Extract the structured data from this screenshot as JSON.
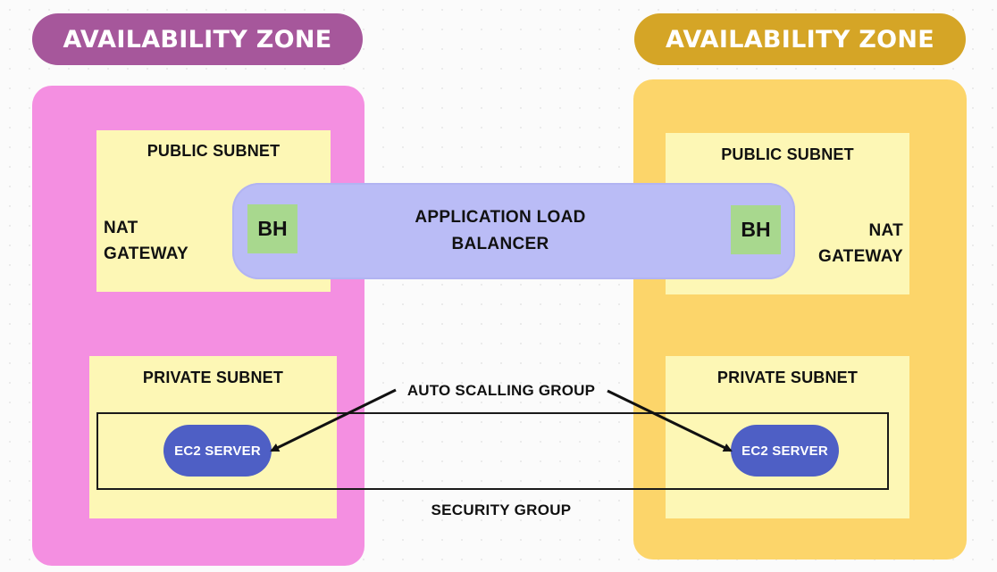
{
  "availability_zones": [
    {
      "label": "AVAILABILITY ZONE",
      "color": "#a6579b",
      "zone_color": "#f48fe1"
    },
    {
      "label": "AVAILABILITY ZONE",
      "color": "#d5a526",
      "zone_color": "#fcd56a"
    }
  ],
  "left_zone": {
    "public_subnet": {
      "title": "PUBLIC SUBNET"
    },
    "nat_gateway": {
      "line1": "NAT",
      "line2": "GATEWAY"
    },
    "bastion_host": {
      "label": "BH"
    },
    "private_subnet": {
      "title": "PRIVATE SUBNET"
    },
    "ec2": {
      "label": "EC2 SERVER"
    }
  },
  "right_zone": {
    "public_subnet": {
      "title": "PUBLIC SUBNET"
    },
    "nat_gateway": {
      "line1": "NAT",
      "line2": "GATEWAY"
    },
    "bastion_host": {
      "label": "BH"
    },
    "private_subnet": {
      "title": "PRIVATE SUBNET"
    },
    "ec2": {
      "label": "EC2 SERVER"
    }
  },
  "load_balancer": {
    "line1": "APPLICATION LOAD",
    "line2": "BALANCER",
    "color": "#babcf6"
  },
  "auto_scaling_group": {
    "label": "AUTO SCALLING GROUP"
  },
  "security_group": {
    "label": "SECURITY GROUP"
  },
  "colors": {
    "subnet": "#fdf7b5",
    "bastion": "#a8d88e",
    "ec2": "#4e5fc5"
  }
}
